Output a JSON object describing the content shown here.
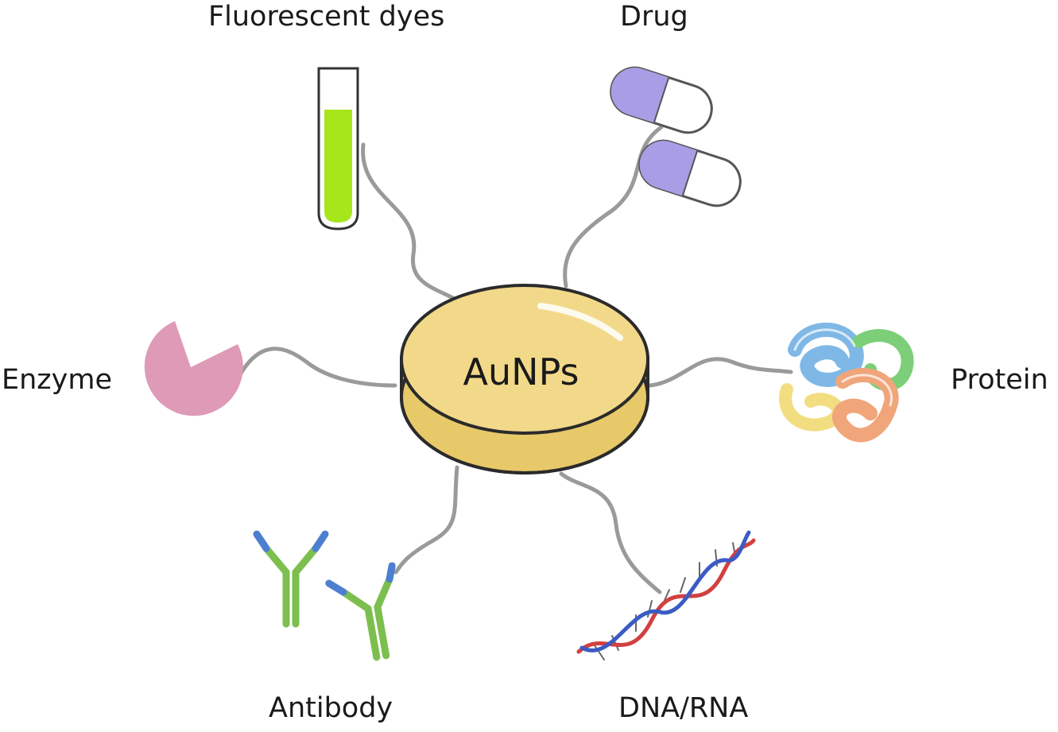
{
  "center": {
    "label": "AuNPs",
    "color": "#f2d98a"
  },
  "ligands": {
    "fluorescent_dyes": "Fluorescent dyes",
    "drug": "Drug",
    "enzyme": "Enzyme",
    "protein": "Protein",
    "antibody": "Antibody",
    "dna_rna": "DNA/RNA"
  },
  "colors": {
    "linker": "#9a9a9a",
    "dye_fill": "#a6e61a",
    "capsule": "#a99ee6",
    "enzyme": "#de9ab6",
    "antibody_green": "#7dbf4e",
    "antibody_blue": "#4d7fd0",
    "dna_red": "#d24040",
    "dna_blue": "#3b5bc4"
  }
}
